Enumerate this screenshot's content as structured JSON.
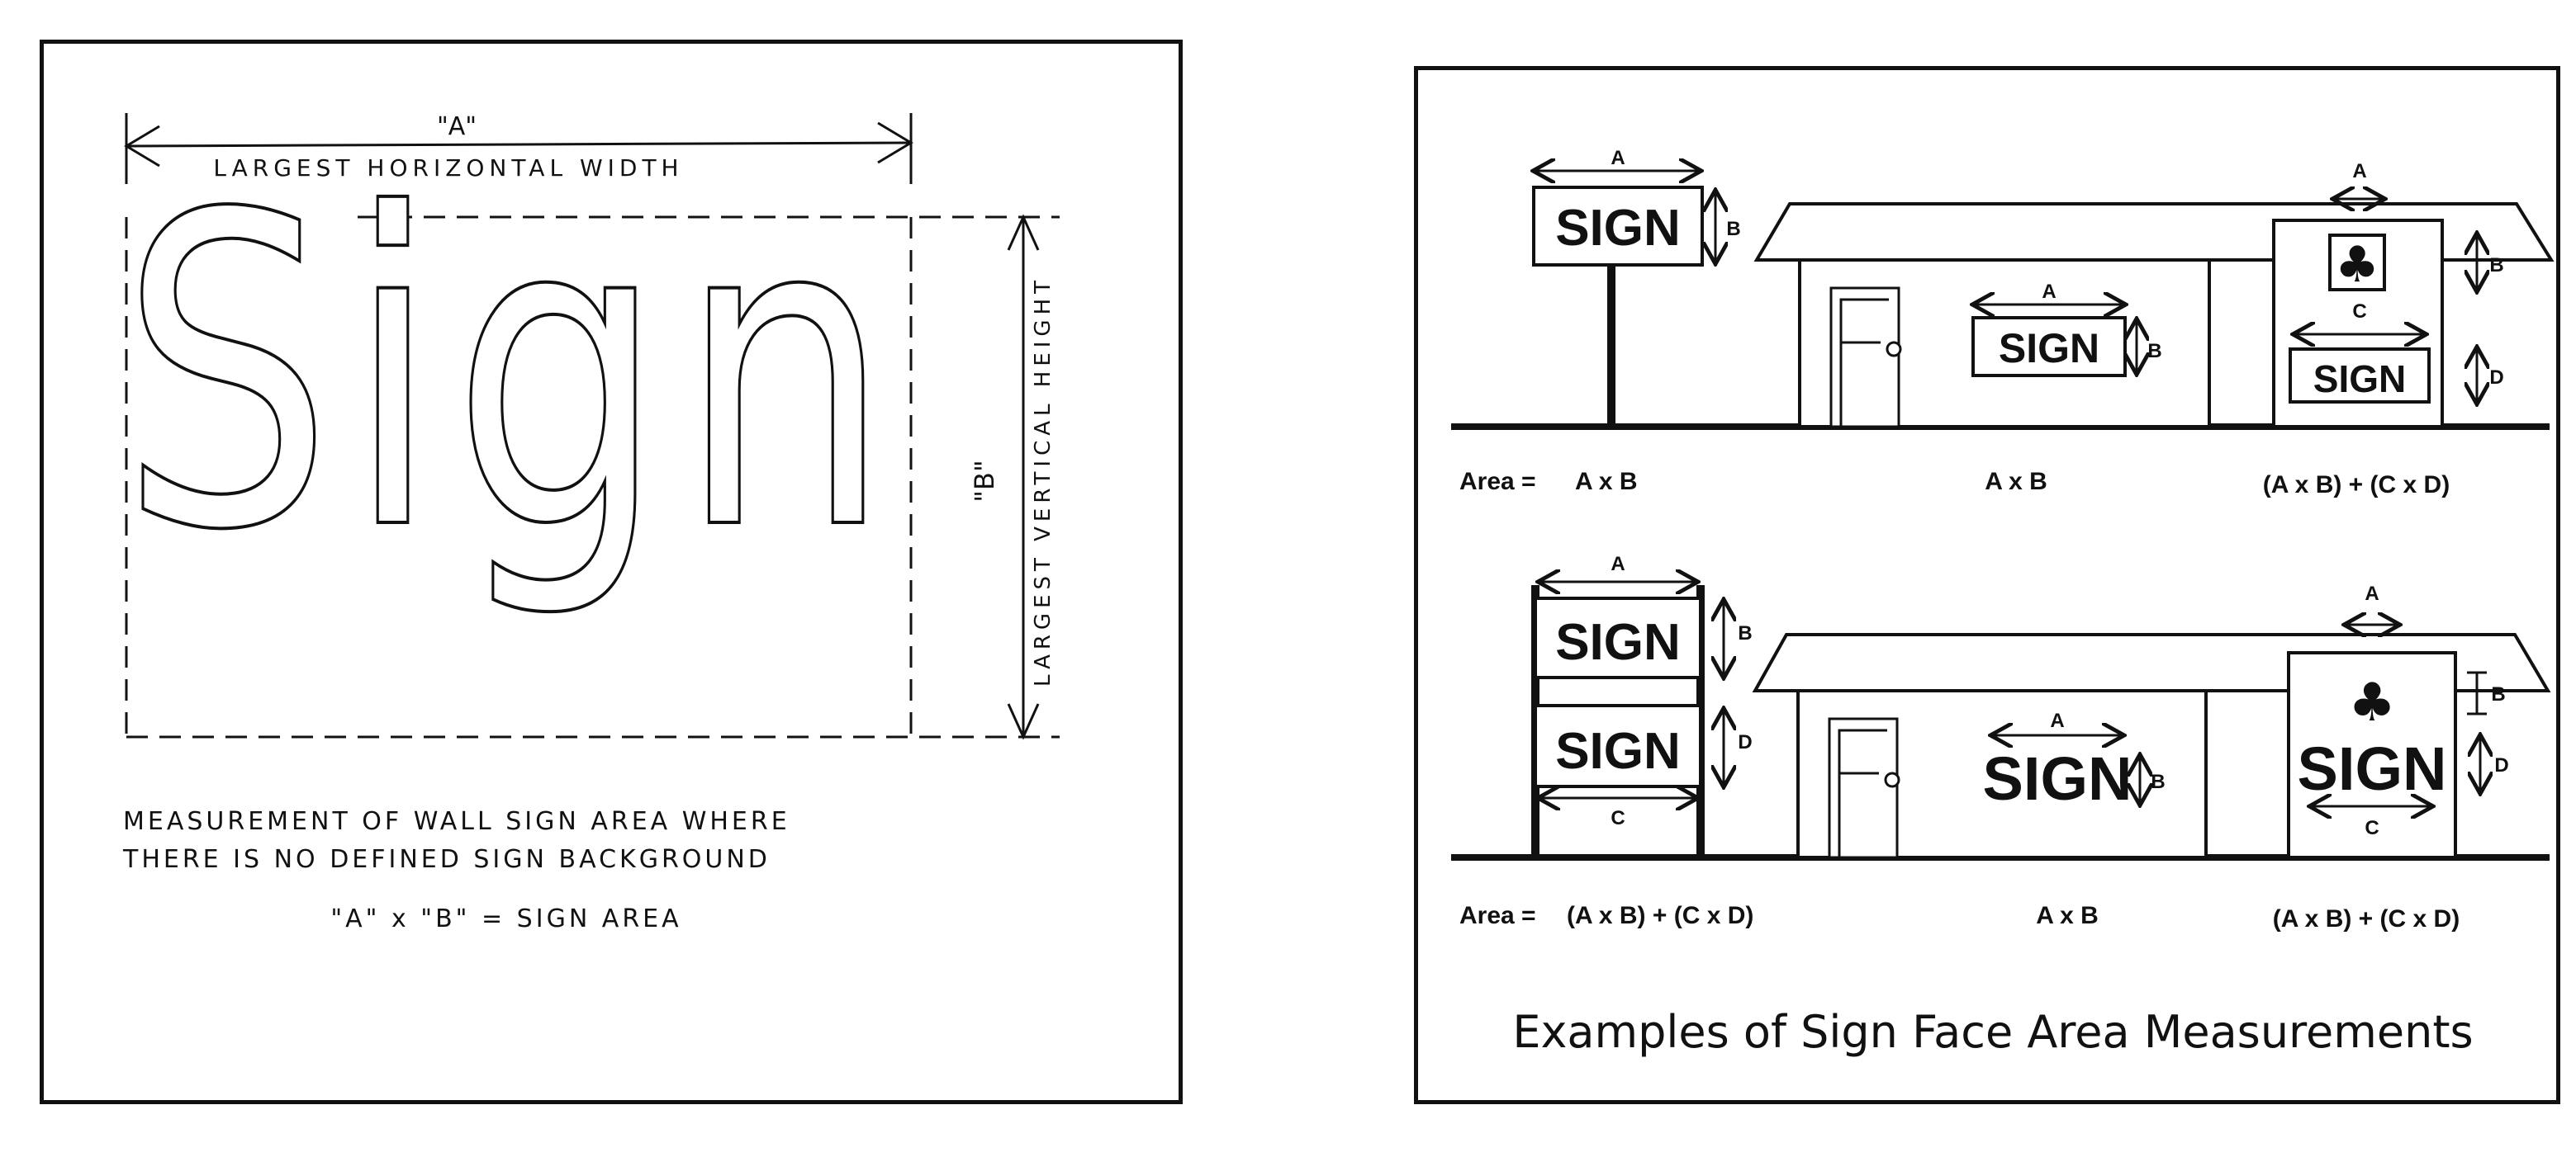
{
  "left_panel": {
    "label_a": "\"A\"",
    "label_width": "LARGEST HORIZONTAL WIDTH",
    "label_b": "\"B\"",
    "label_height": "LARGEST VERTICAL HEIGHT",
    "big_word": "Sign",
    "caption_line1": "MEASUREMENT OF WALL SIGN AREA WHERE",
    "caption_line2": "THERE IS NO DEFINED SIGN BACKGROUND",
    "formula": "\"A\" x \"B\" = SIGN AREA"
  },
  "right_panel": {
    "sign_word": "SIGN",
    "dims": {
      "a": "A",
      "b": "B",
      "c": "C",
      "d": "D"
    },
    "club_symbol": "♣",
    "row1": {
      "area_prefix": "Area =",
      "formula_1": "A x B",
      "formula_2": "A x B",
      "formula_3": "(A x B) + (C x D)"
    },
    "row2": {
      "area_prefix": "Area =",
      "formula_1": "(A x B) + (C x D)",
      "formula_2": "A x B",
      "formula_3": "(A x B) + (C x D)"
    },
    "title": "Examples of Sign Face Area Measurements"
  }
}
